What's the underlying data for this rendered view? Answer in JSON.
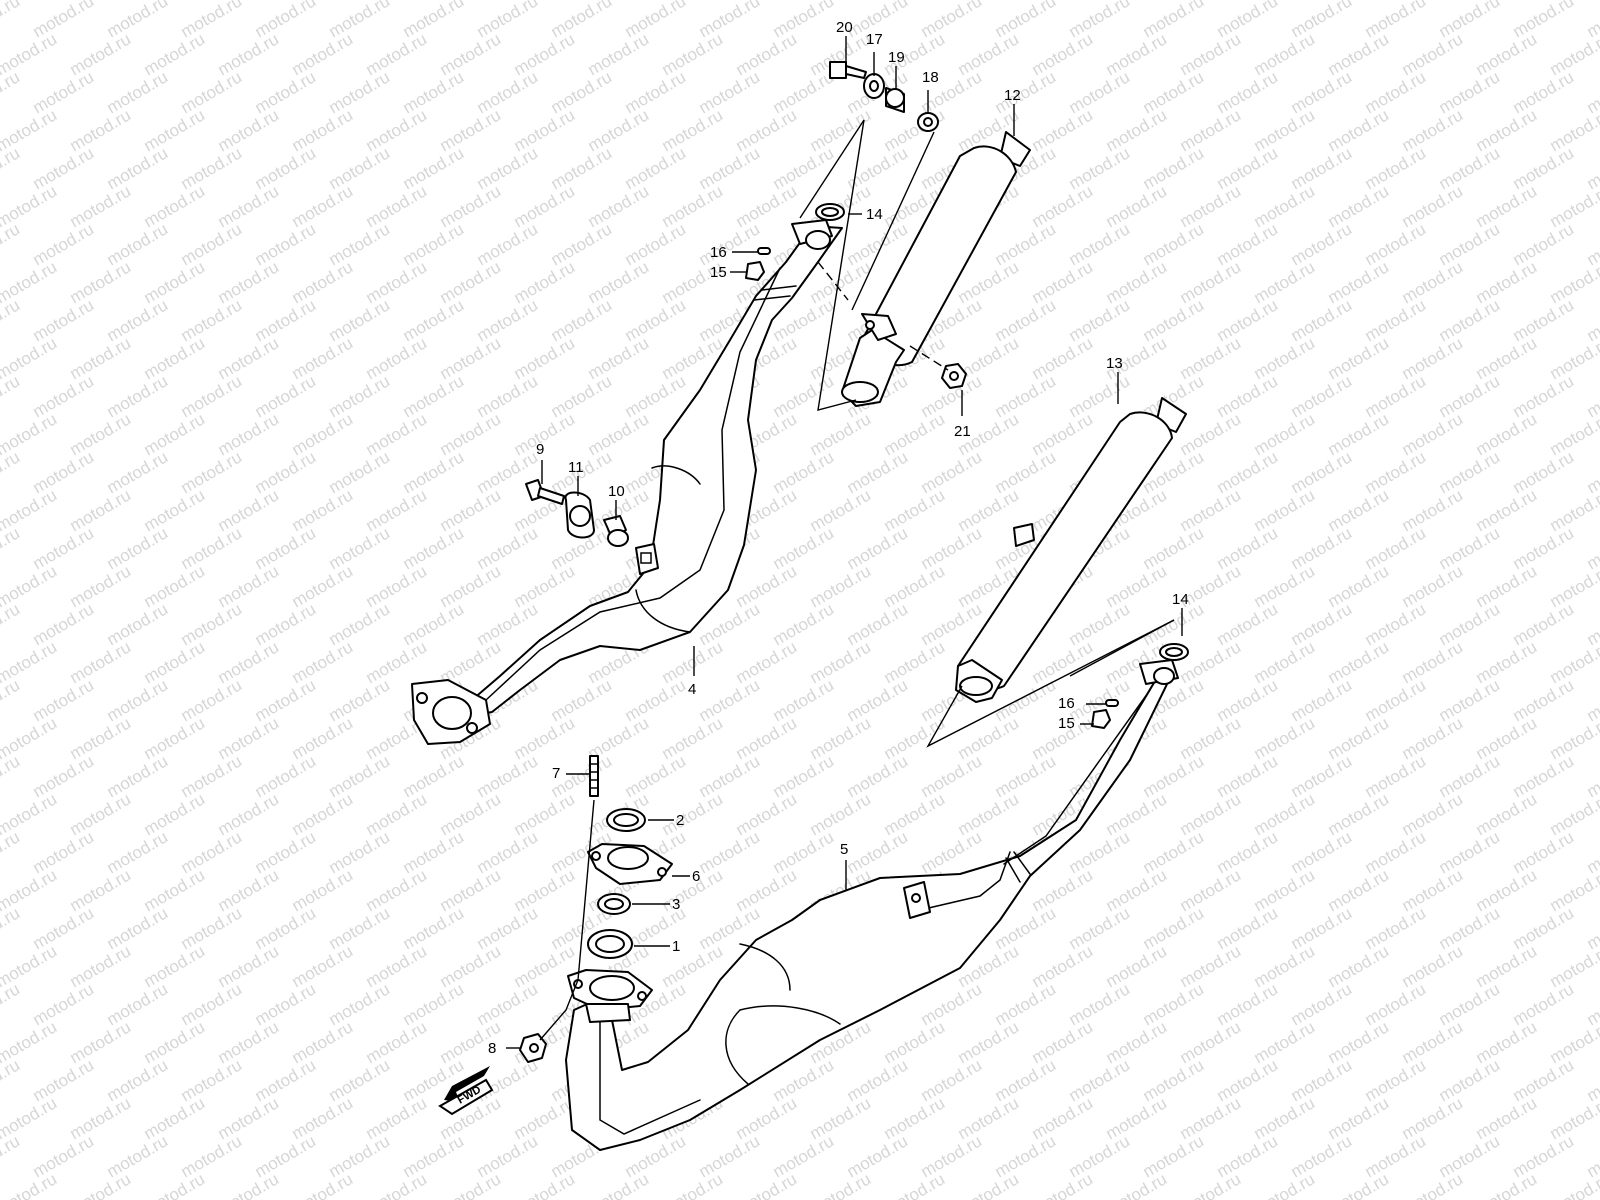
{
  "watermark": {
    "text": "motod.ru",
    "color": "#d6d6d6"
  },
  "direction_marker": {
    "label": "FWD",
    "icon": "forward-arrow-icon"
  },
  "callouts": [
    {
      "id": "callout-20",
      "text": "20"
    },
    {
      "id": "callout-17",
      "text": "17"
    },
    {
      "id": "callout-19",
      "text": "19"
    },
    {
      "id": "callout-18",
      "text": "18"
    },
    {
      "id": "callout-12",
      "text": "12"
    },
    {
      "id": "callout-14-upper",
      "text": "14"
    },
    {
      "id": "callout-16-upper",
      "text": "16"
    },
    {
      "id": "callout-15-upper",
      "text": "15"
    },
    {
      "id": "callout-13",
      "text": "13"
    },
    {
      "id": "callout-21",
      "text": "21"
    },
    {
      "id": "callout-9",
      "text": "9"
    },
    {
      "id": "callout-11",
      "text": "11"
    },
    {
      "id": "callout-10",
      "text": "10"
    },
    {
      "id": "callout-4",
      "text": "4"
    },
    {
      "id": "callout-14-lower",
      "text": "14"
    },
    {
      "id": "callout-16-lower",
      "text": "16"
    },
    {
      "id": "callout-15-lower",
      "text": "15"
    },
    {
      "id": "callout-7",
      "text": "7"
    },
    {
      "id": "callout-2",
      "text": "2"
    },
    {
      "id": "callout-6",
      "text": "6"
    },
    {
      "id": "callout-5",
      "text": "5"
    },
    {
      "id": "callout-3",
      "text": "3"
    },
    {
      "id": "callout-1",
      "text": "1"
    },
    {
      "id": "callout-8",
      "text": "8"
    }
  ]
}
